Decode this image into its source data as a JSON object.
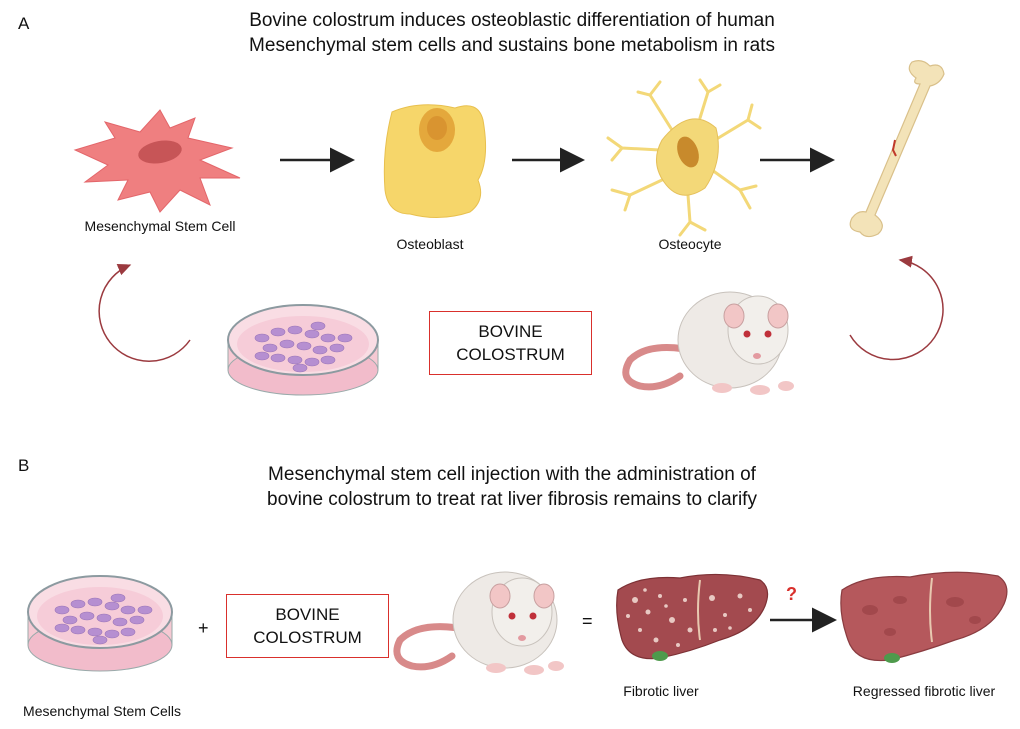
{
  "panel_a": {
    "letter": "A",
    "title_line1": "Bovine colostrum induces osteoblastic differentiation of human",
    "title_line2": "Mesenchymal stem cells and sustains bone metabolism in rats",
    "labels": {
      "msc": "Mesenchymal Stem Cell",
      "osteoblast": "Osteoblast",
      "osteocyte": "Osteocyte"
    },
    "box_line1": "BOVINE",
    "box_line2": "COLOSTRUM"
  },
  "panel_b": {
    "letter": "B",
    "title_line1": "Mesenchymal stem cell injection with the administration of",
    "title_line2": "bovine colostrum to treat rat liver fibrosis remains to clarify",
    "plus": "+",
    "equals": "=",
    "question": "?",
    "box_line1": "BOVINE",
    "box_line2": "COLOSTRUM",
    "labels": {
      "cells": "Mesenchymal Stem Cells",
      "fibrotic": "Fibrotic liver",
      "regressed": "Regressed fibrotic liver"
    }
  },
  "colors": {
    "msc_cell": "#ef7f80",
    "osteoblast": "#f6d66a",
    "osteocyte": "#f3d878",
    "bone": "#f3e3b8",
    "cycle_arrow": "#9b3a3f",
    "box_border": "#d9302c",
    "dish": "#f6c9d3",
    "cells_purple": "#b68fd1",
    "liver_fibrotic": "#a34a4f",
    "liver_regressed": "#b5585c"
  }
}
